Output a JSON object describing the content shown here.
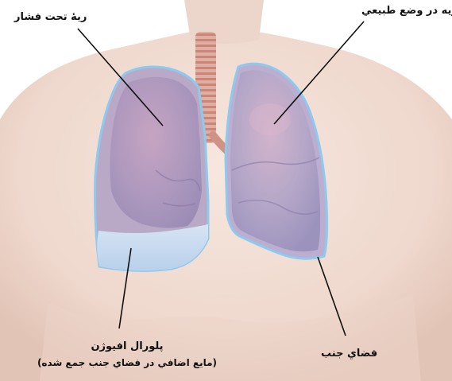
{
  "labels": {
    "collapsed_lung": "ريۀ تحت فشار",
    "normal_lung": "ريه در وضع طبيعي",
    "pleural_effusion": "پلورال افيوژن",
    "pleural_effusion_note": "(مايع اضافي در فضاي جنب جمع شده)",
    "pleural_space": "فضاي جنب"
  },
  "colors": {
    "skin": "#f1ddd3",
    "skin_shadow": "#dfc2b4",
    "lung": "#b9a6c4",
    "lung_highlight": "#cdb8d4",
    "pleura_outline": "#8ec9ee",
    "effusion_fluid": "#c9ddf1",
    "trachea": "#d99a8d",
    "leader_line": "#111111"
  }
}
